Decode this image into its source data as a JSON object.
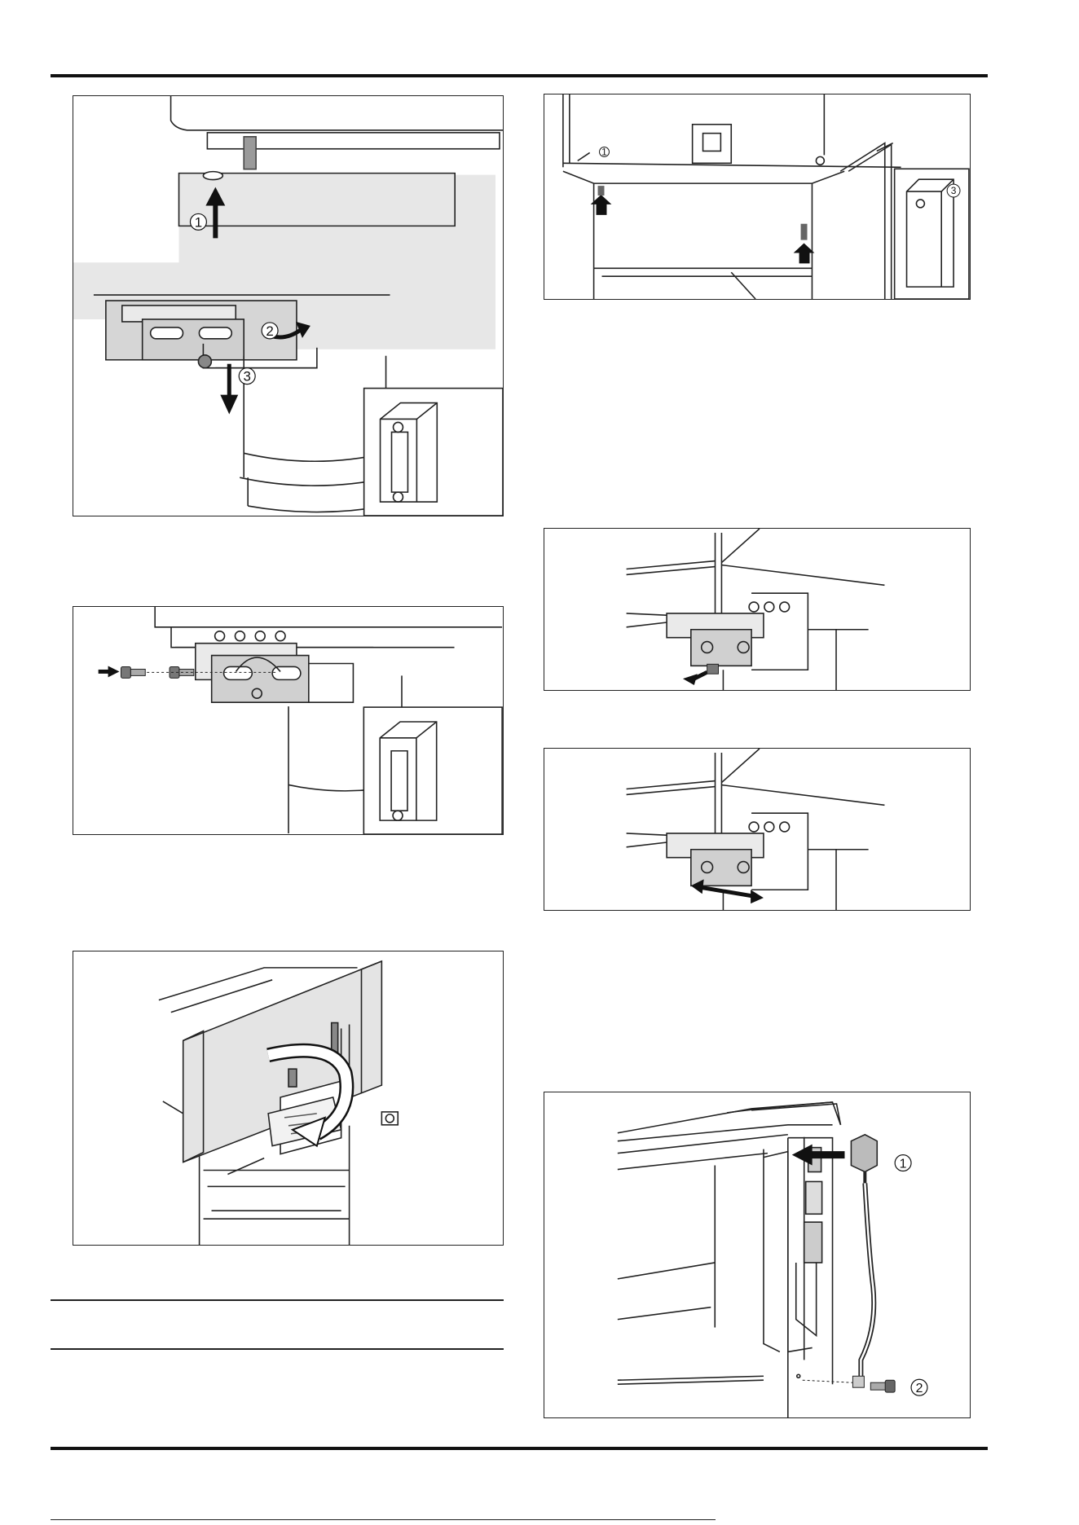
{
  "figures": [
    {
      "id": "fig-1",
      "callouts": [
        "1",
        "2",
        "3"
      ]
    },
    {
      "id": "fig-2",
      "callouts": []
    },
    {
      "id": "fig-3",
      "callouts": []
    },
    {
      "id": "fig-4",
      "callouts": [
        "1",
        "3"
      ]
    },
    {
      "id": "fig-5",
      "callouts": []
    },
    {
      "id": "fig-6",
      "callouts": []
    },
    {
      "id": "fig-7",
      "callouts": [
        "1",
        "2"
      ]
    }
  ]
}
